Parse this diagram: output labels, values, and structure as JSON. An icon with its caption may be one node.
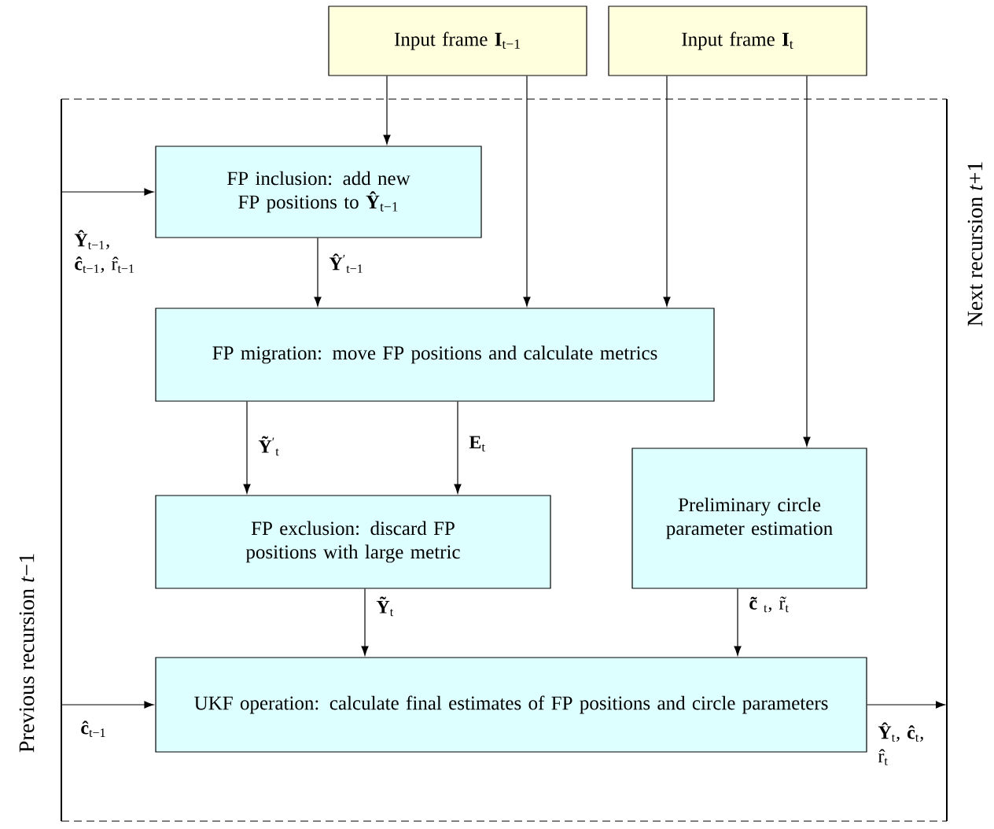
{
  "diagram": {
    "nodes": [
      {
        "text": [
          "Input frame **I**$_{t−1}$"
        ]
      },
      {
        "text": [
          "Input frame **I**$_{t}$"
        ]
      },
      {
        "text": [
          "FP inclusion: add new FP positions to **Ŷ**$_{t−1}$"
        ]
      },
      {
        "text": [
          "FP migration: move FP positions and calculate metrics"
        ]
      },
      {
        "text": [
          "FP exclusion: discard FP positions with large metric"
        ]
      },
      {
        "text": [
          "Preliminary circle parameter estimation"
        ]
      },
      {
        "text": [
          "UKF operation: calculate final estimates of FP positions and circle parameters"
        ]
      }
    ],
    "edges": [
      {
        "from": 0,
        "to": 2,
        "arrow": "to"
      },
      {
        "from": 0,
        "to": 3,
        "arrow": "to"
      },
      {
        "from": 1,
        "to": 3,
        "arrow": "to"
      },
      {
        "from": 1,
        "to": 5,
        "arrow": "to"
      },
      {
        "from": null,
        "to": 2,
        "arrow": "to",
        "label": "**Ŷ**$_{t−1}$, **ĉ**$_{t−1}$, r̂$_{t−1}$"
      },
      {
        "from": 2,
        "to": 3,
        "arrow": "to",
        "label": "**Ŷ**$^{′}$$_{t−1}$"
      },
      {
        "from": 3,
        "to": 4,
        "arrow": "to",
        "label": "**Ỹ**$^{′}$$_{t}$"
      },
      {
        "from": 3,
        "to": 4,
        "arrow": "to",
        "label": "**E**$_{t}$"
      },
      {
        "from": 4,
        "to": 6,
        "arrow": "to",
        "label": "**Ỹ**$_{t}$"
      },
      {
        "from": 5,
        "to": 6,
        "arrow": "to",
        "label": "**c̃**$_{t}$, r̃$_{t}$"
      },
      {
        "from": null,
        "to": 6,
        "arrow": "to",
        "label": "**ĉ**$_{t−1}$"
      },
      {
        "from": 6,
        "to": null,
        "arrow": "to",
        "label": "**Ŷ**$_{t}$, **ĉ**$_{t}$, r̂$_{t}$"
      }
    ],
    "labels": [
      "Previous recursion *t*−1",
      "Next recursion *t*+1"
    ]
  }
}
